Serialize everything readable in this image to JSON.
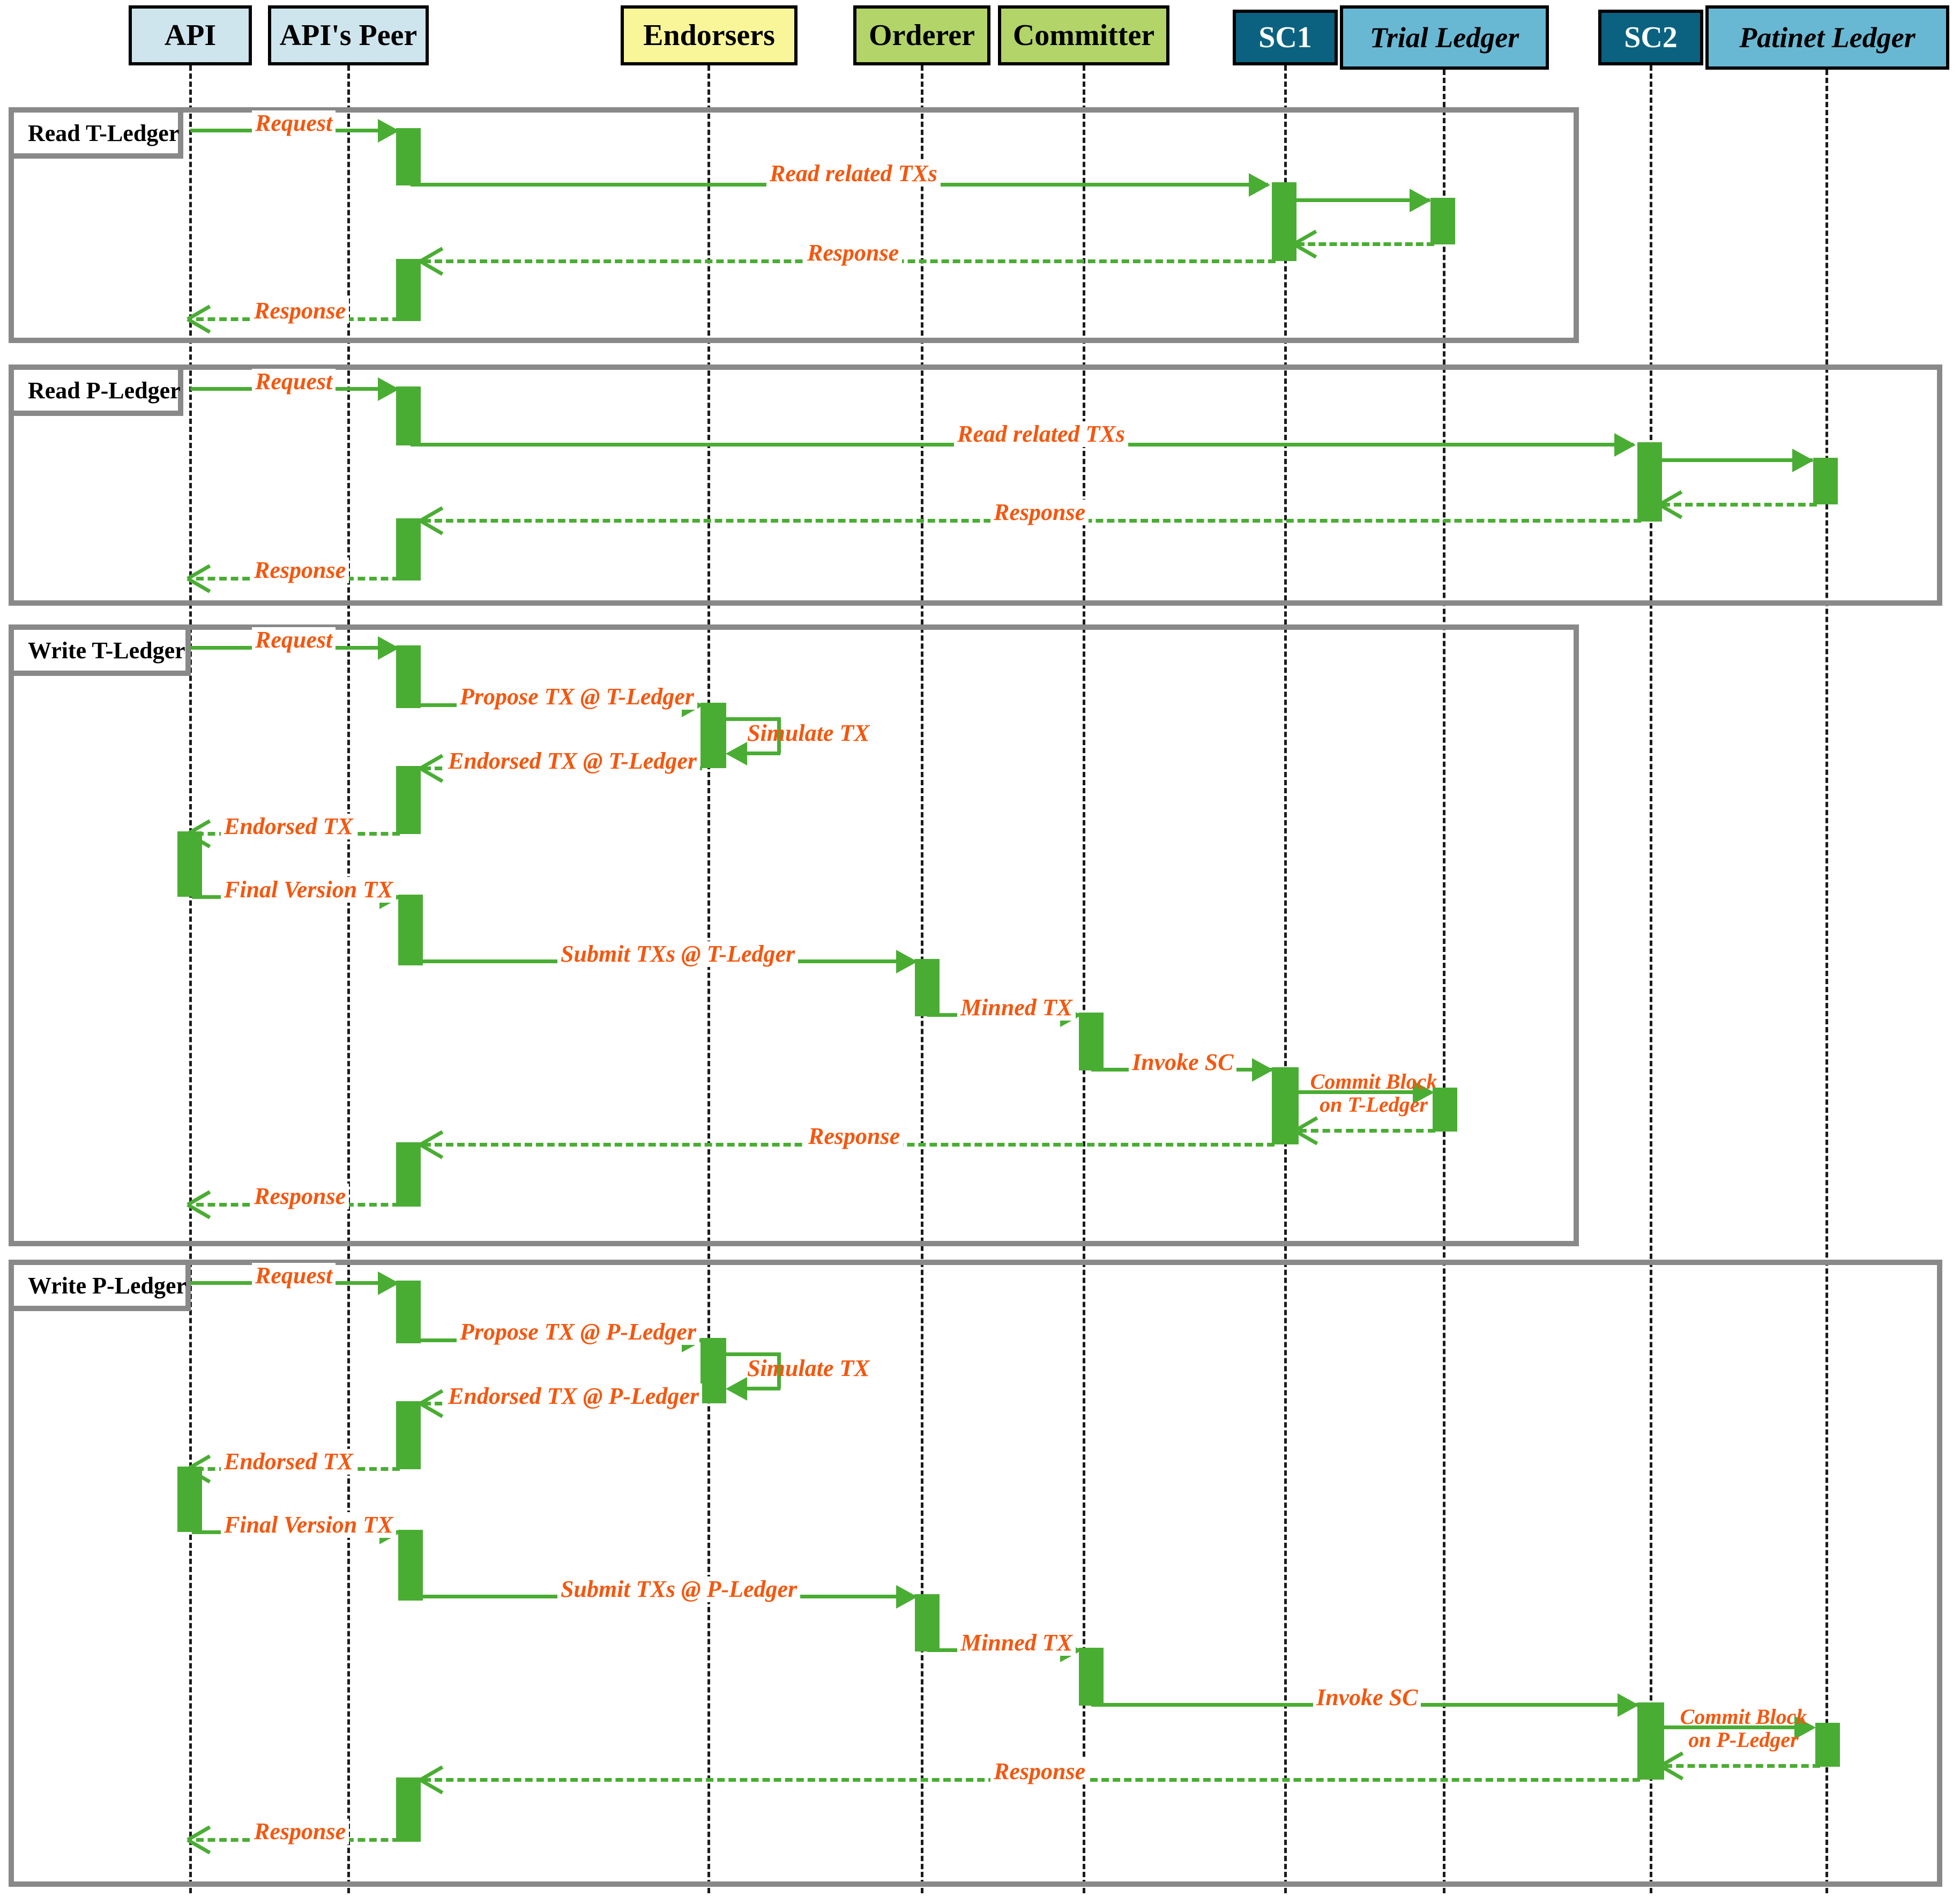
{
  "diagram": {
    "title": "Blockchain ledger read/write sequence diagram",
    "colors": {
      "message_line": "#4aad33",
      "message_label": "#f4570f",
      "fragment_border": "#898989",
      "actor_api": "#cfe5ee",
      "actor_endorsers": "#f9f69a",
      "actor_orderer": "#b2d468",
      "actor_smart_contract": "#0a6280",
      "actor_ledger": "#69b8d3",
      "lifeline": "#1b1b1b"
    }
  },
  "participants": [
    {
      "id": "api",
      "label": "API",
      "fill": "#cfe5ee",
      "text": "#000000",
      "italic": false
    },
    {
      "id": "peer",
      "label": "API's Peer",
      "fill": "#cfe5ee",
      "text": "#000000",
      "italic": false
    },
    {
      "id": "endorsers",
      "label": "Endorsers",
      "fill": "#f9f69a",
      "text": "#000000",
      "italic": false
    },
    {
      "id": "orderer",
      "label": "Orderer",
      "fill": "#b2d468",
      "text": "#000000",
      "italic": false
    },
    {
      "id": "committer",
      "label": "Committer",
      "fill": "#b2d468",
      "text": "#000000",
      "italic": false
    },
    {
      "id": "sc1",
      "label": "SC1",
      "fill": "#0a6280",
      "text": "#ffffff",
      "italic": false
    },
    {
      "id": "tledger",
      "label": "Trial Ledger",
      "fill": "#69b8d3",
      "text": "#000000",
      "italic": true
    },
    {
      "id": "sc2",
      "label": "SC2",
      "fill": "#0a6280",
      "text": "#ffffff",
      "italic": false
    },
    {
      "id": "pledger",
      "label": "Patinet Ledger",
      "fill": "#69b8d3",
      "text": "#000000",
      "italic": true
    }
  ],
  "fragments": [
    {
      "id": "read-t-ledger",
      "label": "Read T-Ledger",
      "messages": [
        {
          "from": "api",
          "to": "peer",
          "label": "Request",
          "style": "solid"
        },
        {
          "from": "peer",
          "to": "sc1",
          "label": "Read related TXs",
          "style": "solid"
        },
        {
          "from": "sc1",
          "to": "tledger",
          "label": "",
          "style": "solid"
        },
        {
          "from": "tledger",
          "to": "sc1",
          "label": "",
          "style": "dashed"
        },
        {
          "from": "sc1",
          "to": "peer",
          "label": "Response",
          "style": "dashed"
        },
        {
          "from": "peer",
          "to": "api",
          "label": "Response",
          "style": "dashed"
        }
      ]
    },
    {
      "id": "read-p-ledger",
      "label": "Read P-Ledger",
      "messages": [
        {
          "from": "api",
          "to": "peer",
          "label": "Request",
          "style": "solid"
        },
        {
          "from": "peer",
          "to": "sc2",
          "label": "Read related TXs",
          "style": "solid"
        },
        {
          "from": "sc2",
          "to": "pledger",
          "label": "",
          "style": "solid"
        },
        {
          "from": "pledger",
          "to": "sc2",
          "label": "",
          "style": "dashed"
        },
        {
          "from": "sc2",
          "to": "peer",
          "label": "Response",
          "style": "dashed"
        },
        {
          "from": "peer",
          "to": "api",
          "label": "Response",
          "style": "dashed"
        }
      ]
    },
    {
      "id": "write-t-ledger",
      "label": "Write T-Ledger",
      "messages": [
        {
          "from": "api",
          "to": "peer",
          "label": "Request",
          "style": "solid"
        },
        {
          "from": "peer",
          "to": "endorsers",
          "label": "Propose TX @ T-Ledger",
          "style": "solid"
        },
        {
          "from": "endorsers",
          "to": "endorsers",
          "label": "Simulate TX",
          "style": "self"
        },
        {
          "from": "endorsers",
          "to": "peer",
          "label": "Endorsed TX @ T-Ledger",
          "style": "dashed"
        },
        {
          "from": "peer",
          "to": "api",
          "label": "Endorsed TX",
          "style": "dashed"
        },
        {
          "from": "api",
          "to": "peer",
          "label": "Final Version TX",
          "style": "solid"
        },
        {
          "from": "peer",
          "to": "orderer",
          "label": "Submit TXs @ T-Ledger",
          "style": "solid"
        },
        {
          "from": "orderer",
          "to": "committer",
          "label": "Minned TX",
          "style": "solid"
        },
        {
          "from": "committer",
          "to": "sc1",
          "label": "Invoke SC",
          "style": "solid"
        },
        {
          "from": "sc1",
          "to": "tledger",
          "label": "Commit Block on T-Ledger",
          "style": "solid"
        },
        {
          "from": "tledger",
          "to": "sc1",
          "label": "",
          "style": "dashed"
        },
        {
          "from": "sc1",
          "to": "peer",
          "label": "Response",
          "style": "dashed"
        },
        {
          "from": "peer",
          "to": "api",
          "label": "Response",
          "style": "dashed"
        }
      ]
    },
    {
      "id": "write-p-ledger",
      "label": "Write P-Ledger",
      "messages": [
        {
          "from": "api",
          "to": "peer",
          "label": "Request",
          "style": "solid"
        },
        {
          "from": "peer",
          "to": "endorsers",
          "label": "Propose TX @ P-Ledger",
          "style": "solid"
        },
        {
          "from": "endorsers",
          "to": "endorsers",
          "label": "Simulate TX",
          "style": "self"
        },
        {
          "from": "endorsers",
          "to": "peer",
          "label": "Endorsed TX @ P-Ledger",
          "style": "dashed"
        },
        {
          "from": "peer",
          "to": "api",
          "label": "Endorsed TX",
          "style": "dashed"
        },
        {
          "from": "api",
          "to": "peer",
          "label": "Final Version TX",
          "style": "solid"
        },
        {
          "from": "peer",
          "to": "orderer",
          "label": "Submit TXs @ P-Ledger",
          "style": "solid"
        },
        {
          "from": "orderer",
          "to": "committer",
          "label": "Minned TX",
          "style": "solid"
        },
        {
          "from": "committer",
          "to": "sc2",
          "label": "Invoke SC",
          "style": "solid"
        },
        {
          "from": "sc2",
          "to": "pledger",
          "label": "Commit Block on P-Ledger",
          "style": "solid"
        },
        {
          "from": "pledger",
          "to": "sc2",
          "label": "",
          "style": "dashed"
        },
        {
          "from": "sc2",
          "to": "peer",
          "label": "Response",
          "style": "dashed"
        },
        {
          "from": "peer",
          "to": "api",
          "label": "Response",
          "style": "dashed"
        }
      ]
    }
  ],
  "labels": {
    "request": "Request",
    "response": "Response",
    "read_related_txs": "Read related TXs",
    "propose_tx_t": "Propose TX @ T-Ledger",
    "propose_tx_p": "Propose TX @ P-Ledger",
    "simulate_tx": "Simulate TX",
    "endorsed_tx_t": "Endorsed TX @ T-Ledger",
    "endorsed_tx_p": "Endorsed TX @ P-Ledger",
    "endorsed_tx": "Endorsed TX",
    "final_version_tx": "Final Version TX",
    "submit_txs_t": "Submit TXs @ T-Ledger",
    "submit_txs_p": "Submit TXs @ P-Ledger",
    "minned_tx": "Minned TX",
    "invoke_sc": "Invoke SC",
    "commit_block_t_1": "Commit Block",
    "commit_block_t_2": "on T-Ledger",
    "commit_block_p_1": "Commit Block",
    "commit_block_p_2": "on P-Ledger"
  }
}
